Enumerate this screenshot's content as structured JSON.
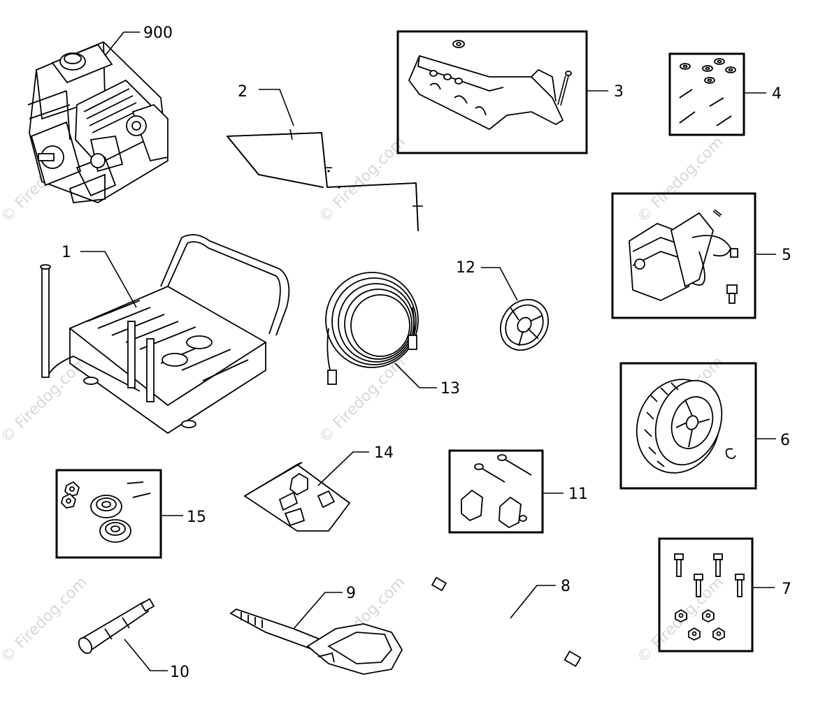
{
  "watermark": "© Firedog.com",
  "parts": [
    {
      "id": "900",
      "label": "900",
      "icon": "engine-icon"
    },
    {
      "id": "1",
      "label": "1",
      "icon": "frame-icon"
    },
    {
      "id": "2",
      "label": "2",
      "icon": "handle-icon"
    },
    {
      "id": "3",
      "label": "3",
      "icon": "engine-mount-icon"
    },
    {
      "id": "4",
      "label": "4",
      "icon": "bolt-kit-icon"
    },
    {
      "id": "5",
      "label": "5",
      "icon": "pump-icon"
    },
    {
      "id": "6",
      "label": "6",
      "icon": "wheel-icon"
    },
    {
      "id": "7",
      "label": "7",
      "icon": "bolt-nut-kit-icon"
    },
    {
      "id": "8",
      "label": "8",
      "icon": "extension-wand-icon"
    },
    {
      "id": "9",
      "label": "9",
      "icon": "spray-gun-icon"
    },
    {
      "id": "10",
      "label": "10",
      "icon": "nozzle-icon"
    },
    {
      "id": "11",
      "label": "11",
      "icon": "knob-kit-icon"
    },
    {
      "id": "12",
      "label": "12",
      "icon": "hubcap-icon"
    },
    {
      "id": "13",
      "label": "13",
      "icon": "hose-icon"
    },
    {
      "id": "14",
      "label": "14",
      "icon": "nozzle-kit-icon"
    },
    {
      "id": "15",
      "label": "15",
      "icon": "bearing-kit-icon"
    }
  ]
}
